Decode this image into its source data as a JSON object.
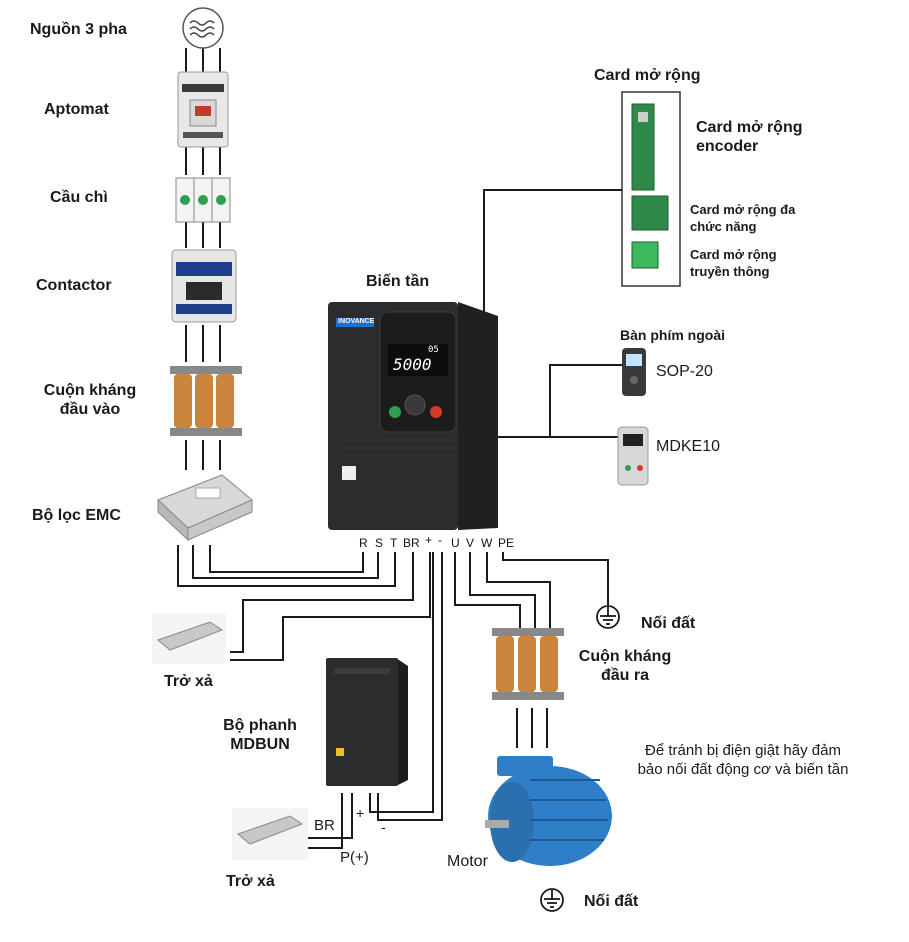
{
  "labels": {
    "power_source": "Nguồn 3 pha",
    "breaker": "Aptomat",
    "fuse": "Cầu chì",
    "contactor": "Contactor",
    "input_reactor_1": "Cuộn kháng",
    "input_reactor_2": "đầu vào",
    "emc_filter": "Bộ lọc EMC",
    "inverter": "Biến tần",
    "expansion_card": "Card mở rộng",
    "encoder_card_1": "Card mở rộng",
    "encoder_card_2": "encoder",
    "multifunction_card_1": "Card mở rộng đa",
    "multifunction_card_2": "chức năng",
    "comm_card_1": "Card mở rộng",
    "comm_card_2": "truyền thông",
    "external_keypad": "Bàn phím ngoài",
    "keypad_sop20": "SOP-20",
    "keypad_mdke10": "MDKE10",
    "brake_resistor_top": "Trở xả",
    "brake_unit_1": "Bộ phanh",
    "brake_unit_2": "MDBUN",
    "brake_resistor_bottom": "Trở xả",
    "ground_top": "Nối đất",
    "output_reactor_1": "Cuộn kháng",
    "output_reactor_2": "đầu ra",
    "motor": "Motor",
    "ground_bottom": "Nối đất",
    "warning_1": "Để tránh bị điện giật hãy đảm",
    "warning_2": "bảo nối đất động cơ và biến tần",
    "brake_br": "BR",
    "brake_plus": "+",
    "brake_minus": "-",
    "brake_p": "P(+)"
  },
  "terminals": [
    "R",
    "S",
    "T",
    "BR",
    "+",
    "-",
    "U",
    "V",
    "W",
    "PE"
  ],
  "inverter_face": {
    "brand": "INOVANCE",
    "display": "5000",
    "small_display": "05"
  },
  "colors": {
    "wire": "#1a1a1a",
    "inverter_body": "#2b2c2e",
    "reactor_copper": "#c9853c",
    "motor_blue": "#2f7fc8",
    "pcb_green": "#2f8a4a"
  }
}
